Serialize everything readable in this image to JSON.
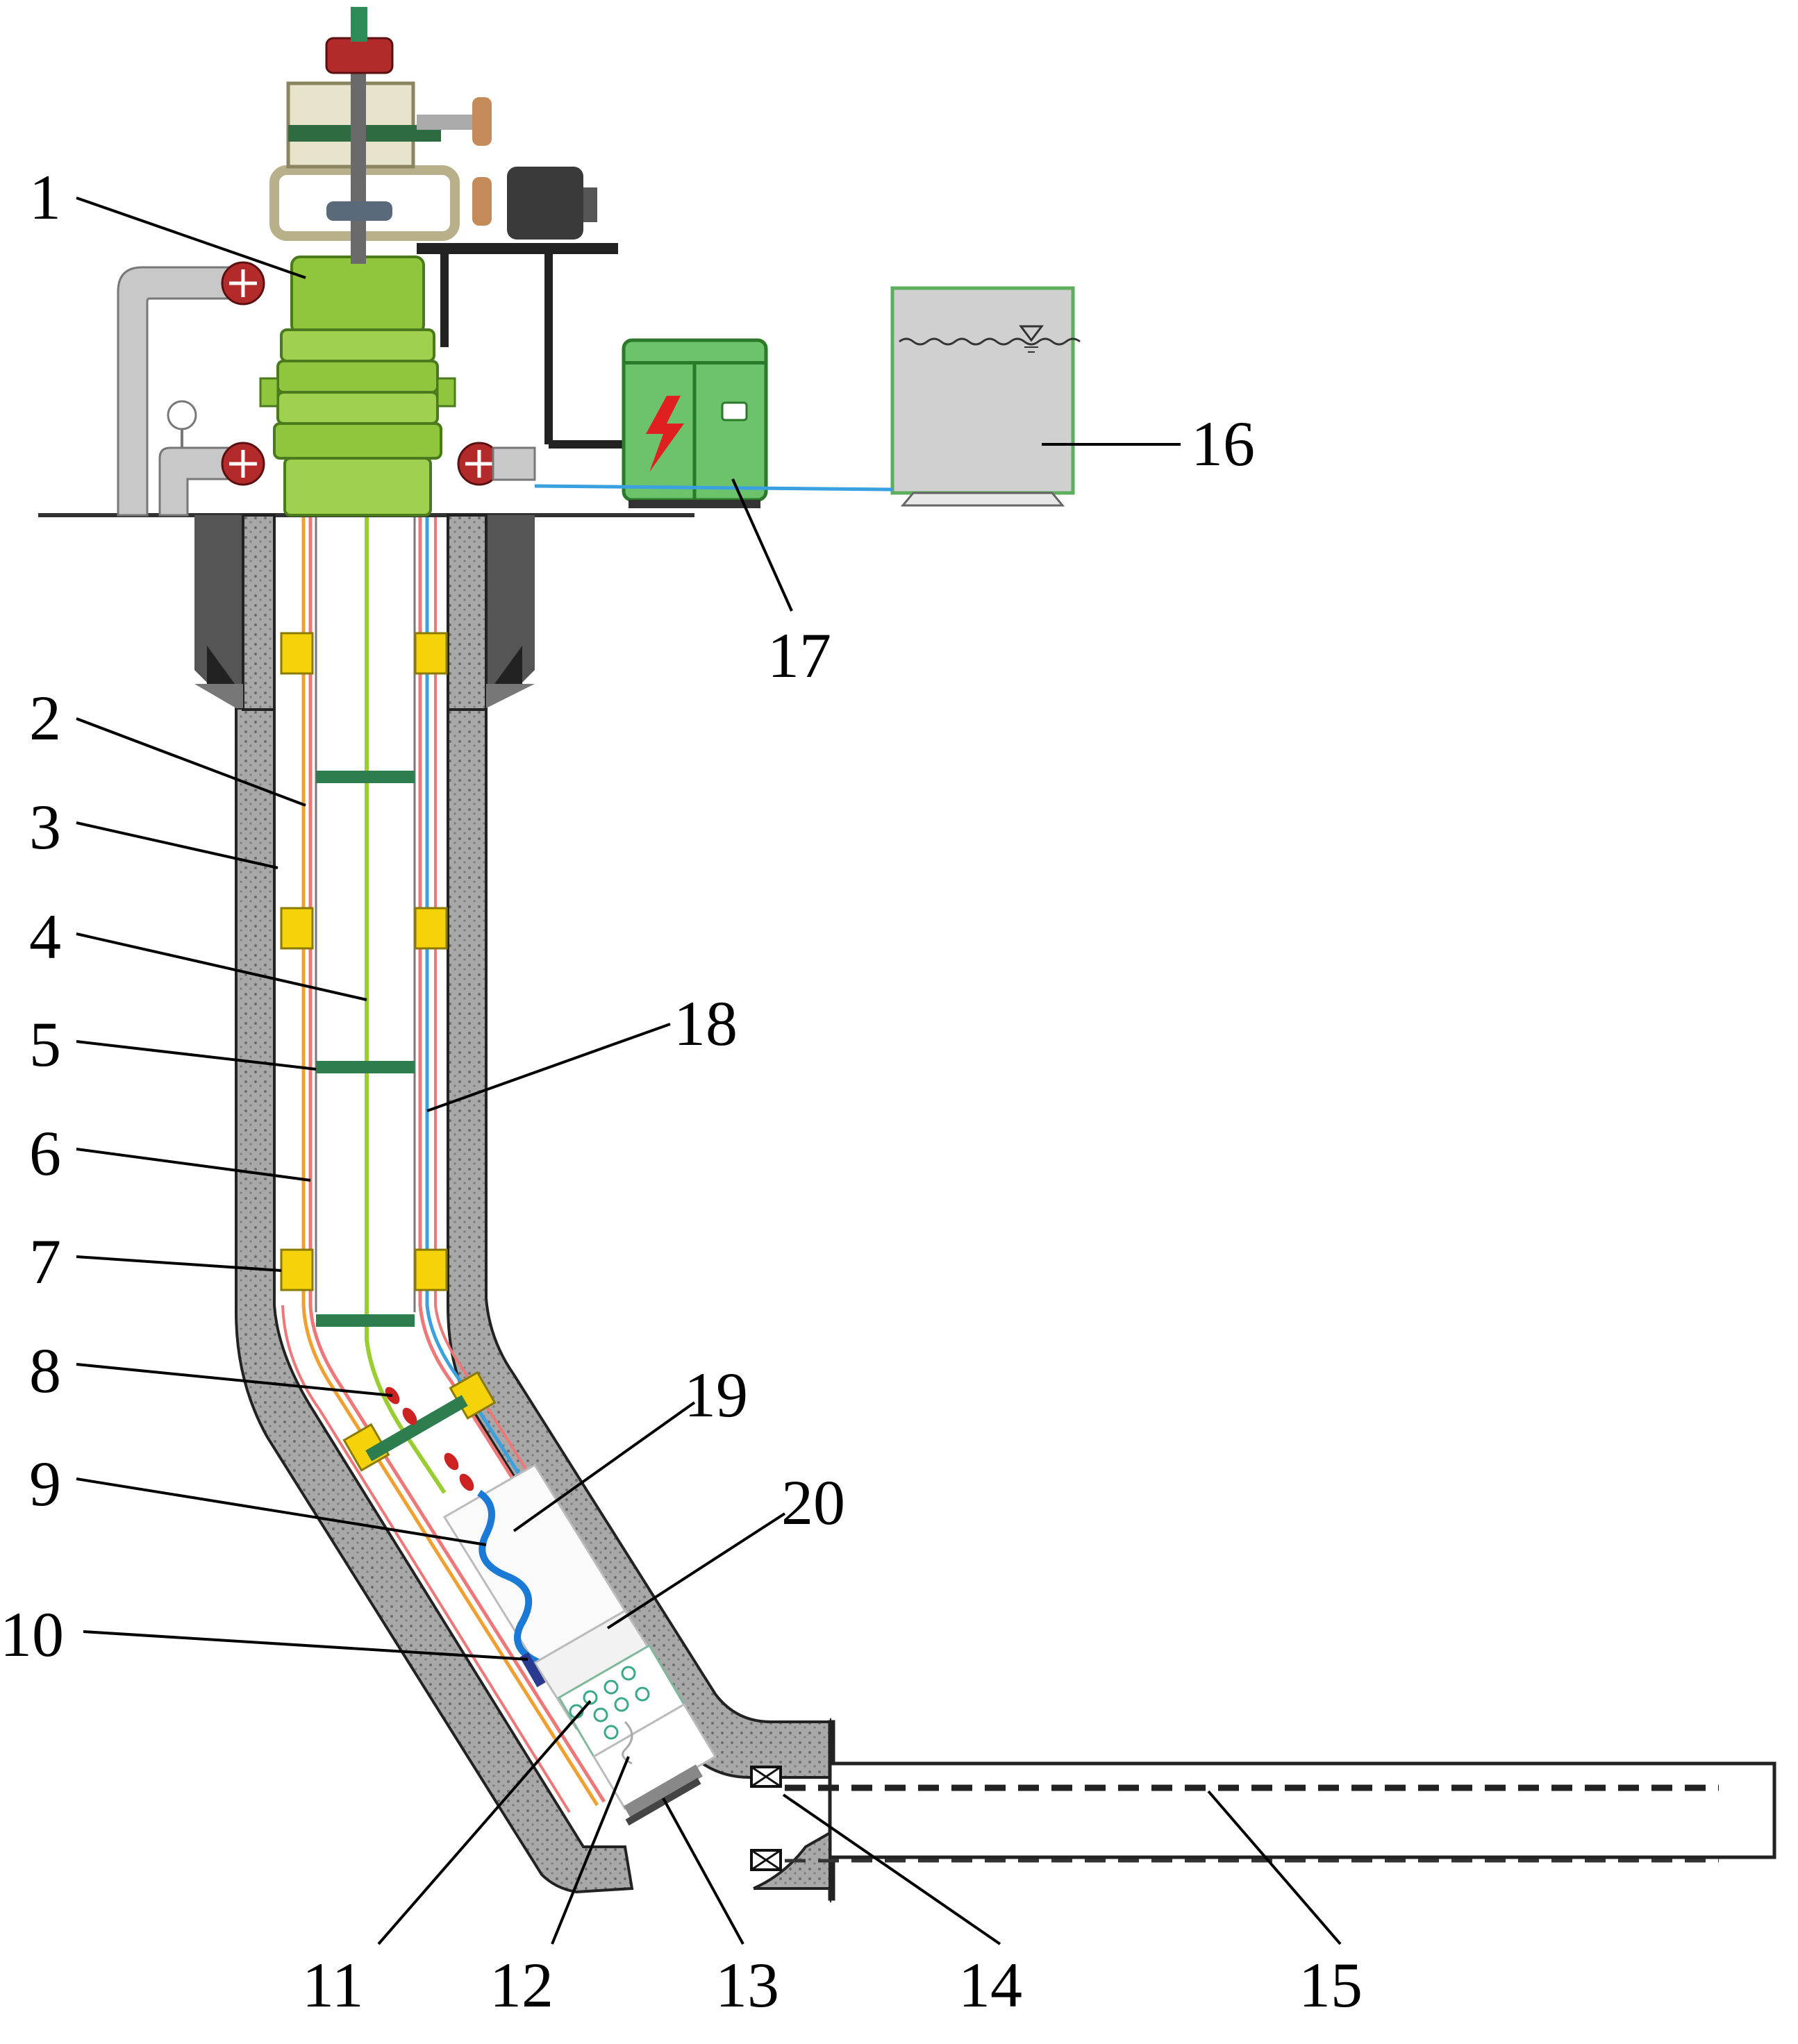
{
  "diagram": {
    "labels": [
      {
        "id": "1",
        "text": "1"
      },
      {
        "id": "2",
        "text": "2"
      },
      {
        "id": "3",
        "text": "3"
      },
      {
        "id": "4",
        "text": "4"
      },
      {
        "id": "5",
        "text": "5"
      },
      {
        "id": "6",
        "text": "6"
      },
      {
        "id": "7",
        "text": "7"
      },
      {
        "id": "8",
        "text": "8"
      },
      {
        "id": "9",
        "text": "9"
      },
      {
        "id": "10",
        "text": "10"
      },
      {
        "id": "11",
        "text": "11"
      },
      {
        "id": "12",
        "text": "12"
      },
      {
        "id": "13",
        "text": "13"
      },
      {
        "id": "14",
        "text": "14"
      },
      {
        "id": "15",
        "text": "15"
      },
      {
        "id": "16",
        "text": "16"
      },
      {
        "id": "17",
        "text": "17"
      },
      {
        "id": "18",
        "text": "18"
      },
      {
        "id": "19",
        "text": "19"
      },
      {
        "id": "20",
        "text": "20"
      }
    ],
    "colors": {
      "wellhead_green": "#8fc63e",
      "cabinet_green": "#5cb85c",
      "valve_red": "#b22a2a",
      "centralizer_yellow": "#f5d20a",
      "rod_green": "#2e7d4f",
      "cable_red": "#ee7777",
      "cable_orange": "#f0a030",
      "water_blue": "#3aa0e0",
      "wire_green": "#9acd32",
      "cement_gray": "#9a9a9a",
      "tank_gray": "#d0d0d0"
    },
    "icons": {
      "power_cabinet": "lightning-icon",
      "water_tank": "water-level-icon"
    }
  }
}
